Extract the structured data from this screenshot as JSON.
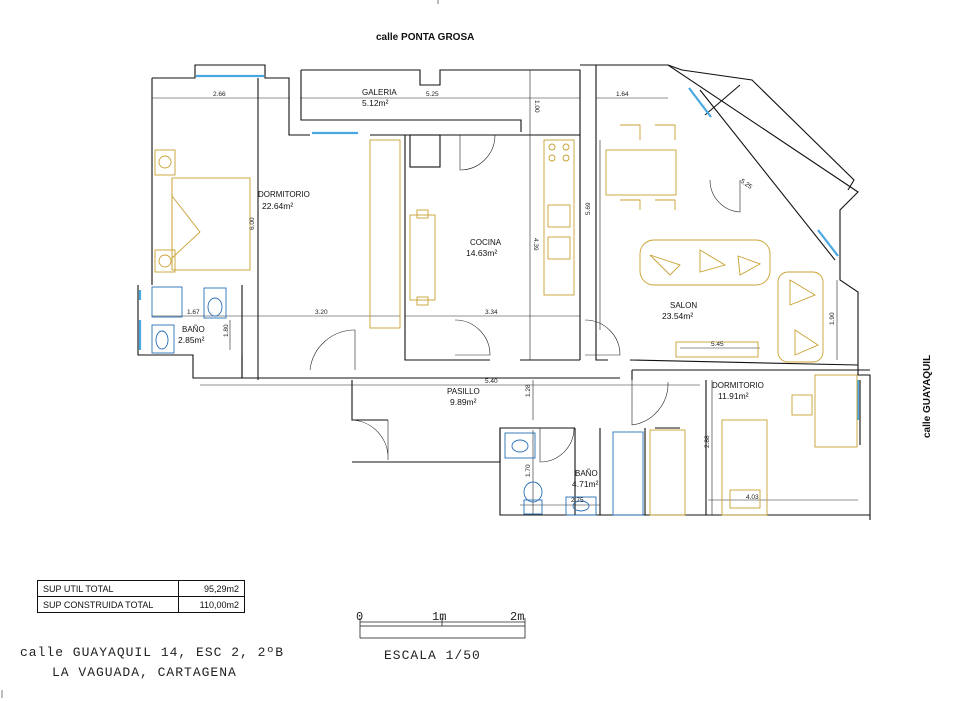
{
  "streets": {
    "north": "calle  PONTA  GROSA",
    "east": "calle  GUAYAQUIL"
  },
  "rooms": {
    "galeria": {
      "name": "GALERIA",
      "area": "5.12m²"
    },
    "dormitorio1": {
      "name": "DORMITORIO",
      "area": "22.64m²"
    },
    "cocina": {
      "name": "COCINA",
      "area": "14.63m²"
    },
    "salon": {
      "name": "SALON",
      "area": "23.54m²"
    },
    "bano1": {
      "name": "BAÑO",
      "area": "2.85m²"
    },
    "pasillo": {
      "name": "PASILLO",
      "area": "9.89m²"
    },
    "bano2": {
      "name": "BAÑO",
      "area": "4.71m²"
    },
    "dormitorio2": {
      "name": "DORMITORIO",
      "area": "11.91m²"
    }
  },
  "dimensions": {
    "d_266": "2.66",
    "d_525": "5.25",
    "d_100": "1.00",
    "d_164": "1.64",
    "d_600": "6.00",
    "d_439": "4.39",
    "d_569": "5.69",
    "d_525b": "5.25",
    "d_167": "1.67",
    "d_320": "3.20",
    "d_334": "3.34",
    "d_190": "1.90",
    "d_545": "5.45",
    "d_180": "1.80",
    "d_540": "5.40",
    "d_128": "1.28",
    "d_170": "1.70",
    "d_275": "2.75",
    "d_288": "2.88",
    "d_403": "4.03"
  },
  "surfaces": [
    {
      "label": "SUP  UTIL  TOTAL",
      "value": "95,29m2"
    },
    {
      "label": "SUP  CONSTRUIDA  TOTAL",
      "value": "110,00m2"
    }
  ],
  "scale": {
    "t0": "0",
    "t1": "1m",
    "t2": "2m",
    "label": "ESCALA  1/50"
  },
  "address": {
    "line1": "calle  GUAYAQUIL  14,  ESC  2,  2ºB",
    "line2": "LA  VAGUADA,  CARTAGENA"
  },
  "colors": {
    "furniture": "#c8a030",
    "sanitary": "#2a6fb5",
    "glass": "#4aa8e0",
    "walls": "#111111"
  }
}
